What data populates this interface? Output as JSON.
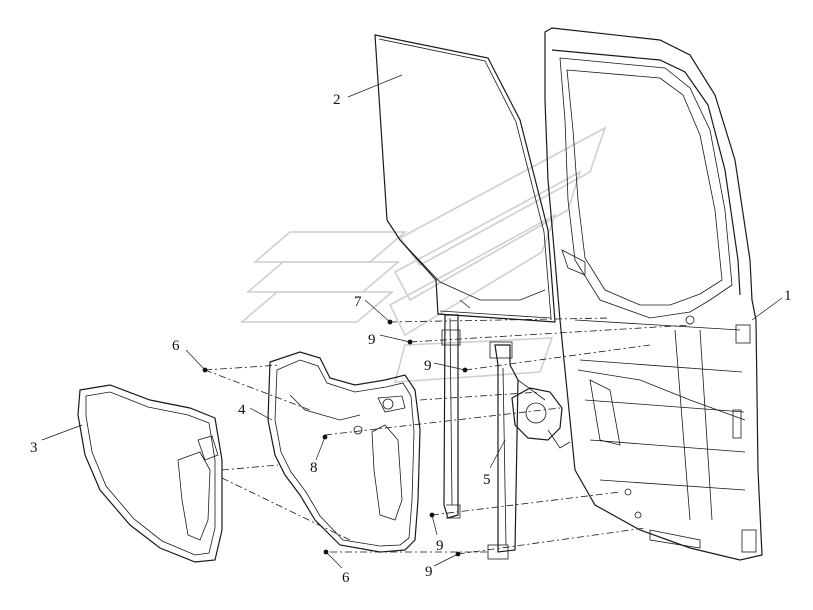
{
  "callouts": [
    {
      "id": "c1",
      "label": "1"
    },
    {
      "id": "c2",
      "label": "2"
    },
    {
      "id": "c3",
      "label": "3"
    },
    {
      "id": "c4",
      "label": "4"
    },
    {
      "id": "c5",
      "label": "5"
    },
    {
      "id": "c6a",
      "label": "6"
    },
    {
      "id": "c6b",
      "label": "6"
    },
    {
      "id": "c7",
      "label": "7"
    },
    {
      "id": "c8",
      "label": "8"
    },
    {
      "id": "c9a",
      "label": "9"
    },
    {
      "id": "c9b",
      "label": "9"
    },
    {
      "id": "c9c",
      "label": "9"
    },
    {
      "id": "c9d",
      "label": "9"
    }
  ]
}
